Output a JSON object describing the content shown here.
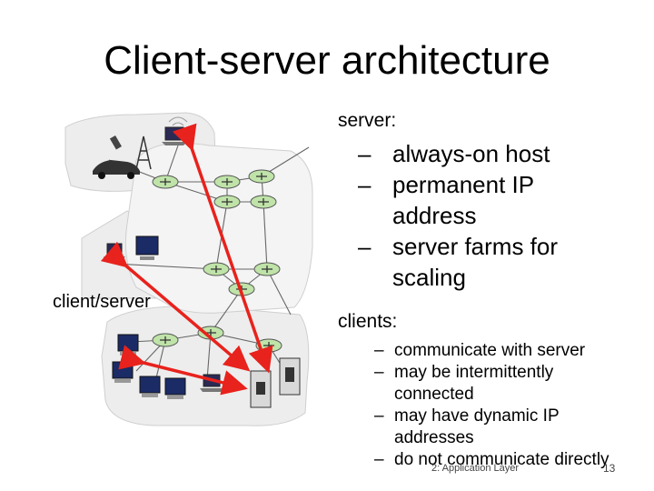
{
  "title": "Client-server architecture",
  "server_heading": "server:",
  "server_points": [
    "always-on host",
    "permanent IP address",
    "server farms for scaling"
  ],
  "clients_heading": "clients:",
  "client_points": [
    "communicate with server",
    "may be intermittently connected",
    "may have dynamic IP addresses",
    "do not communicate directly"
  ],
  "diagram_label": "client/server",
  "footer_text": "2: Application Layer",
  "page_number": "13",
  "colors": {
    "arrow": "#e8221c",
    "cloud": "#ededed",
    "router": "#bfe3a8"
  }
}
